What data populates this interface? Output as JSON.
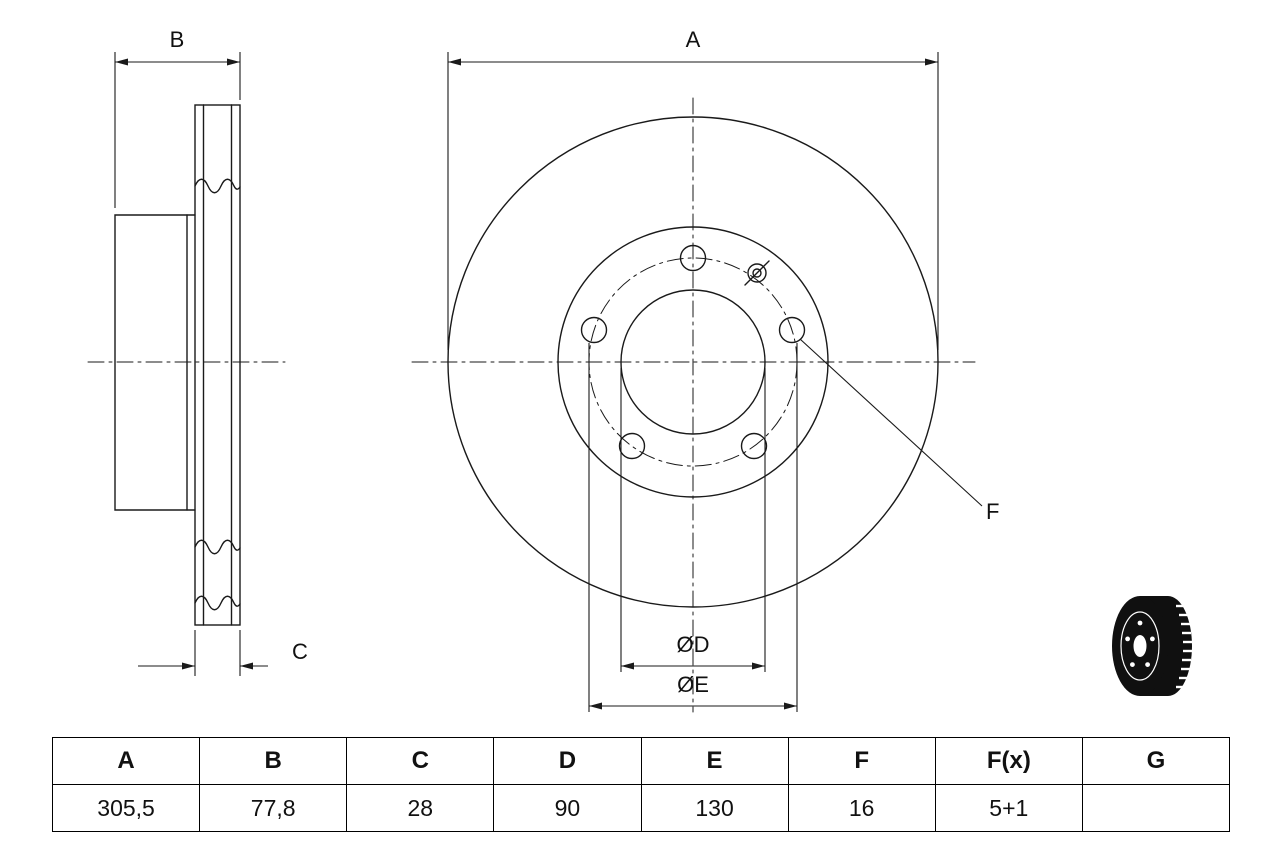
{
  "diagram": {
    "labels": {
      "dim_a": "A",
      "dim_b": "B",
      "dim_c": "C",
      "dim_d": "ØD",
      "dim_e": "ØE",
      "dim_f": "F"
    }
  },
  "table": {
    "headers": [
      "A",
      "B",
      "C",
      "D",
      "E",
      "F",
      "F(x)",
      "G"
    ],
    "values": [
      "305,5",
      "77,8",
      "28",
      "90",
      "130",
      "16",
      "5+1",
      ""
    ]
  },
  "colors": {
    "line": "#1a1a1a",
    "table_border": "#000000",
    "background": "#ffffff"
  }
}
